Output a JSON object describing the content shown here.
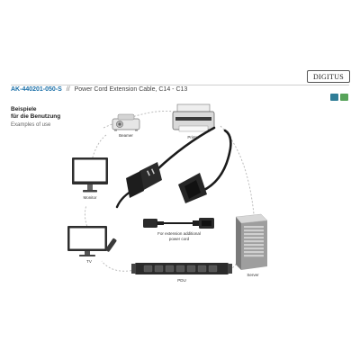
{
  "brand": {
    "logo_text": "DIGITUS"
  },
  "header": {
    "sku": "AK-440201-050-S",
    "separator": "//",
    "subtitle": "Power Cord Extension Cable, C14 - C13"
  },
  "section": {
    "title_de_line1": "Beispiele",
    "title_de_line2": "für die Benutzung",
    "title_en": "Examples of use"
  },
  "devices": {
    "beamer": "Beamer",
    "printer": "Printer",
    "monitor": "Monitor",
    "tv": "TV",
    "pdu": "PDU",
    "server": "Server"
  },
  "extension_note": {
    "line1": "For extension additional",
    "line2": "power cord"
  },
  "colors": {
    "sku_blue": "#1a6fa8",
    "cable_black": "#1b1b1b",
    "dash_gray": "#b5b5b5",
    "badge_teal": "#2f7d97",
    "badge_green": "#57a35a"
  },
  "icons": [
    "beamer-icon",
    "printer-icon",
    "monitor-icon",
    "tv-icon",
    "remote-icon",
    "pdu-icon",
    "server-icon",
    "c14-plug-icon",
    "c13-connector-icon"
  ]
}
